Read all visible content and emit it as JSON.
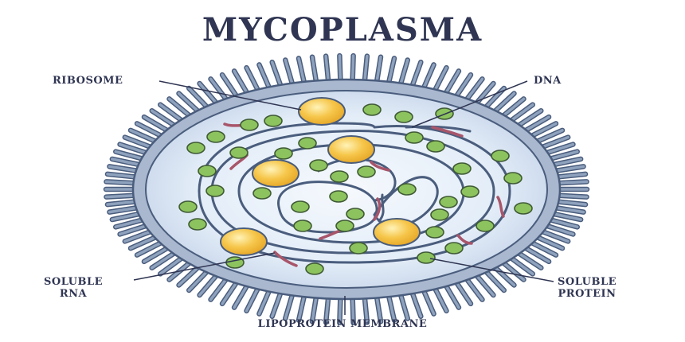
{
  "title": "MYCOPLASMA",
  "labels": {
    "ribosome": "RIBOSOME",
    "dna": "DNA",
    "soluble_rna_line1": "SOLUBLE",
    "soluble_rna_line2": "RNA",
    "soluble_protein_line1": "SOLUBLE",
    "soluble_protein_line2": "PROTEIN",
    "membrane": "LIPOPROTEIN MEMBRANE"
  },
  "colors": {
    "title": "#2f3552",
    "membrane_spikes": "#8497b3",
    "membrane_ring": "#9fb0c9",
    "cytoplasm": "#e3edf8",
    "dna": "#4a5d7d",
    "ribosome_fill": "#f4c142",
    "protein_fill": "#8dc35e",
    "rna": "#a8556a"
  }
}
